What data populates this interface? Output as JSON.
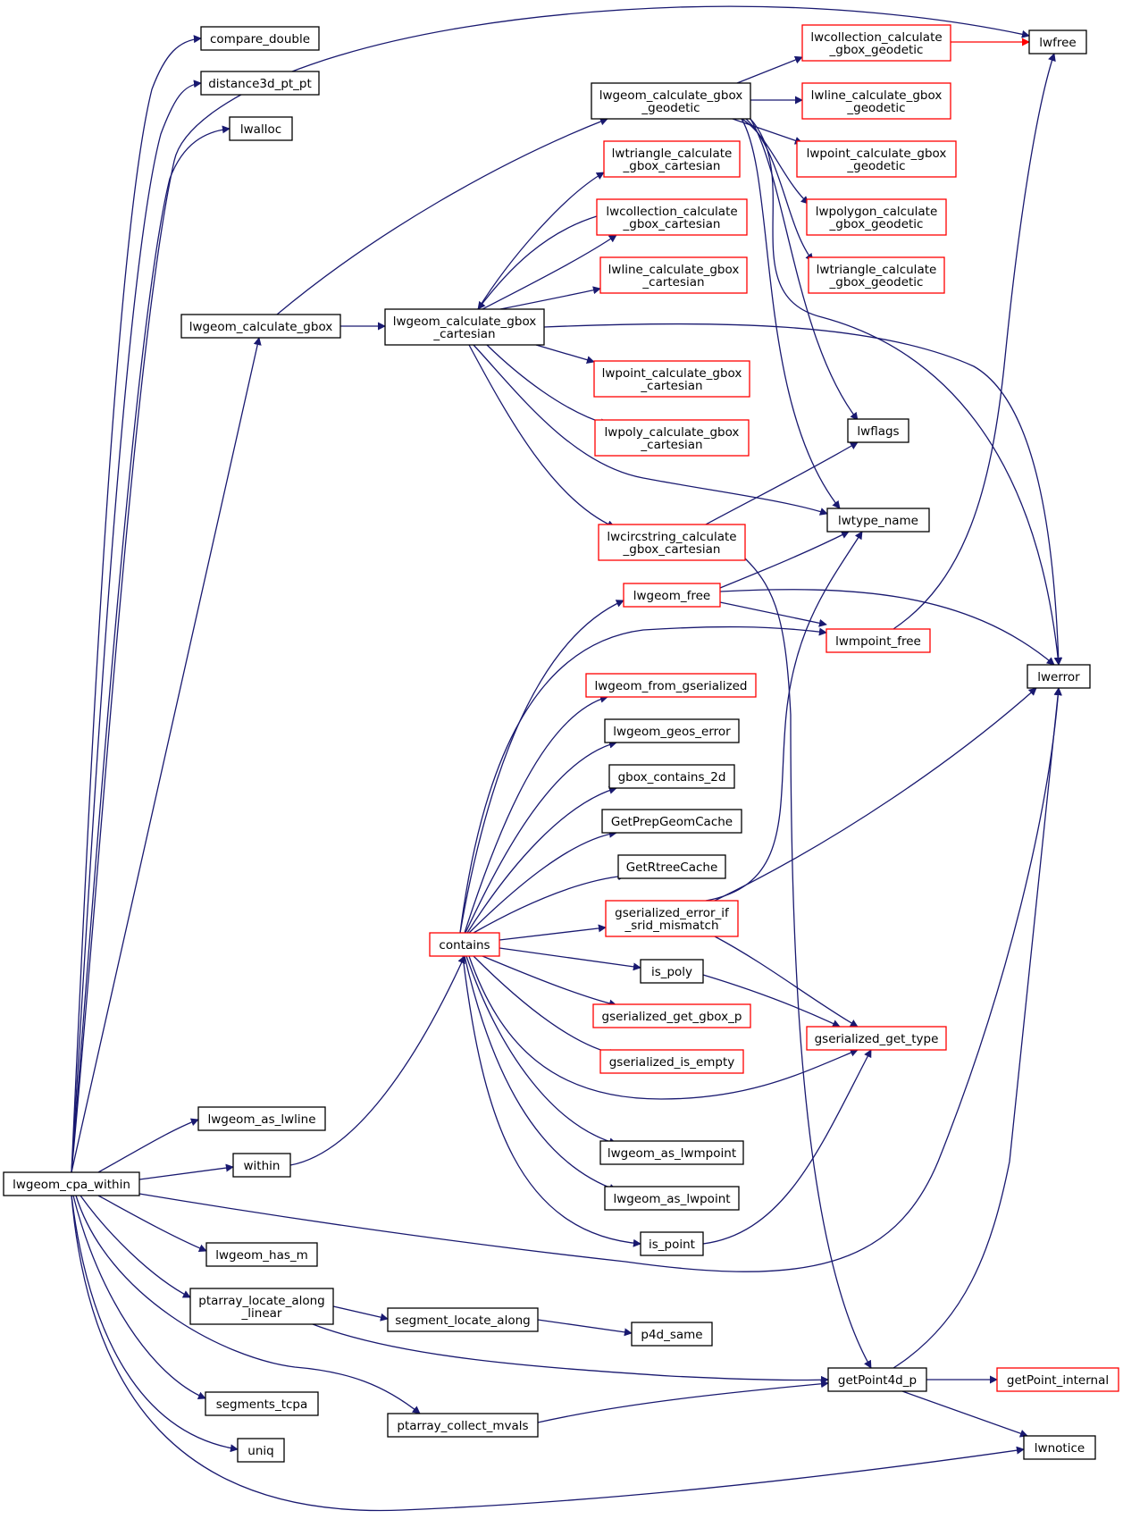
{
  "colors": {
    "edge": "#191970",
    "edge_red": "#ff0000",
    "border_default": "#000000",
    "border_truncated": "#ff0000",
    "root_fill": "#bfbfbf"
  },
  "nodes": [
    {
      "id": "lwgeom_cpa_within",
      "lines": [
        "lwgeom_cpa_within"
      ],
      "style": "root"
    },
    {
      "id": "compare_double",
      "lines": [
        "compare_double"
      ],
      "style": "black"
    },
    {
      "id": "distance3d_pt_pt",
      "lines": [
        "distance3d_pt_pt"
      ],
      "style": "black"
    },
    {
      "id": "lwalloc",
      "lines": [
        "lwalloc"
      ],
      "style": "black"
    },
    {
      "id": "lwgeom_calculate_gbox",
      "lines": [
        "lwgeom_calculate_gbox"
      ],
      "style": "black"
    },
    {
      "id": "lwgeom_calculate_gbox_geodetic",
      "lines": [
        "lwgeom_calculate_gbox",
        "_geodetic"
      ],
      "style": "black"
    },
    {
      "id": "lwgeom_calculate_gbox_cartesian",
      "lines": [
        "lwgeom_calculate_gbox",
        "_cartesian"
      ],
      "style": "black"
    },
    {
      "id": "lwcollection_calculate_gbox_geodetic",
      "lines": [
        "lwcollection_calculate",
        "_gbox_geodetic"
      ],
      "style": "red"
    },
    {
      "id": "lwline_calculate_gbox_geodetic",
      "lines": [
        "lwline_calculate_gbox",
        "_geodetic"
      ],
      "style": "red"
    },
    {
      "id": "lwpoint_calculate_gbox_geodetic",
      "lines": [
        "lwpoint_calculate_gbox",
        "_geodetic"
      ],
      "style": "red"
    },
    {
      "id": "lwpolygon_calculate_gbox_geodetic",
      "lines": [
        "lwpolygon_calculate",
        "_gbox_geodetic"
      ],
      "style": "red"
    },
    {
      "id": "lwtriangle_calculate_gbox_geodetic",
      "lines": [
        "lwtriangle_calculate",
        "_gbox_geodetic"
      ],
      "style": "red"
    },
    {
      "id": "lwfree",
      "lines": [
        "lwfree"
      ],
      "style": "black"
    },
    {
      "id": "lwtriangle_calculate_gbox_cartesian",
      "lines": [
        "lwtriangle_calculate",
        "_gbox_cartesian"
      ],
      "style": "red"
    },
    {
      "id": "lwcollection_calculate_gbox_cartesian",
      "lines": [
        "lwcollection_calculate",
        "_gbox_cartesian"
      ],
      "style": "red"
    },
    {
      "id": "lwline_calculate_gbox_cartesian",
      "lines": [
        "lwline_calculate_gbox",
        "_cartesian"
      ],
      "style": "red"
    },
    {
      "id": "lwpoint_calculate_gbox_cartesian",
      "lines": [
        "lwpoint_calculate_gbox",
        "_cartesian"
      ],
      "style": "red"
    },
    {
      "id": "lwpoly_calculate_gbox_cartesian",
      "lines": [
        "lwpoly_calculate_gbox",
        "_cartesian"
      ],
      "style": "red"
    },
    {
      "id": "lwcircstring_calculate_gbox_cartesian",
      "lines": [
        "lwcircstring_calculate",
        "_gbox_cartesian"
      ],
      "style": "red"
    },
    {
      "id": "lwflags",
      "lines": [
        "lwflags"
      ],
      "style": "black"
    },
    {
      "id": "lwtype_name",
      "lines": [
        "lwtype_name"
      ],
      "style": "black"
    },
    {
      "id": "lwgeom_free",
      "lines": [
        "lwgeom_free"
      ],
      "style": "red"
    },
    {
      "id": "lwmpoint_free",
      "lines": [
        "lwmpoint_free"
      ],
      "style": "red"
    },
    {
      "id": "lwerror",
      "lines": [
        "lwerror"
      ],
      "style": "black"
    },
    {
      "id": "lwgeom_from_gserialized",
      "lines": [
        "lwgeom_from_gserialized"
      ],
      "style": "red"
    },
    {
      "id": "lwgeom_geos_error",
      "lines": [
        "lwgeom_geos_error"
      ],
      "style": "black"
    },
    {
      "id": "gbox_contains_2d",
      "lines": [
        "gbox_contains_2d"
      ],
      "style": "black"
    },
    {
      "id": "GetPrepGeomCache",
      "lines": [
        "GetPrepGeomCache"
      ],
      "style": "black"
    },
    {
      "id": "GetRtreeCache",
      "lines": [
        "GetRtreeCache"
      ],
      "style": "black"
    },
    {
      "id": "gserialized_error_if_srid_mismatch",
      "lines": [
        "gserialized_error_if",
        "_srid_mismatch"
      ],
      "style": "red"
    },
    {
      "id": "contains",
      "lines": [
        "contains"
      ],
      "style": "red"
    },
    {
      "id": "is_poly",
      "lines": [
        "is_poly"
      ],
      "style": "black"
    },
    {
      "id": "gserialized_get_gbox_p",
      "lines": [
        "gserialized_get_gbox_p"
      ],
      "style": "red"
    },
    {
      "id": "gserialized_get_type",
      "lines": [
        "gserialized_get_type"
      ],
      "style": "red"
    },
    {
      "id": "gserialized_is_empty",
      "lines": [
        "gserialized_is_empty"
      ],
      "style": "red"
    },
    {
      "id": "lwgeom_as_lwline",
      "lines": [
        "lwgeom_as_lwline"
      ],
      "style": "black"
    },
    {
      "id": "within",
      "lines": [
        "within"
      ],
      "style": "black"
    },
    {
      "id": "lwgeom_as_lwmpoint",
      "lines": [
        "lwgeom_as_lwmpoint"
      ],
      "style": "black"
    },
    {
      "id": "lwgeom_as_lwpoint",
      "lines": [
        "lwgeom_as_lwpoint"
      ],
      "style": "black"
    },
    {
      "id": "is_point",
      "lines": [
        "is_point"
      ],
      "style": "black"
    },
    {
      "id": "lwgeom_has_m",
      "lines": [
        "lwgeom_has_m"
      ],
      "style": "black"
    },
    {
      "id": "ptarray_locate_along_linear",
      "lines": [
        "ptarray_locate_along",
        "_linear"
      ],
      "style": "black"
    },
    {
      "id": "segment_locate_along",
      "lines": [
        "segment_locate_along"
      ],
      "style": "black"
    },
    {
      "id": "p4d_same",
      "lines": [
        "p4d_same"
      ],
      "style": "black"
    },
    {
      "id": "getPoint4d_p",
      "lines": [
        "getPoint4d_p"
      ],
      "style": "black"
    },
    {
      "id": "getPoint_internal",
      "lines": [
        "getPoint_internal"
      ],
      "style": "red"
    },
    {
      "id": "segments_tcpa",
      "lines": [
        "segments_tcpa"
      ],
      "style": "black"
    },
    {
      "id": "ptarray_collect_mvals",
      "lines": [
        "ptarray_collect_mvals"
      ],
      "style": "black"
    },
    {
      "id": "uniq",
      "lines": [
        "uniq"
      ],
      "style": "black"
    },
    {
      "id": "lwnotice",
      "lines": [
        "lwnotice"
      ],
      "style": "black"
    }
  ],
  "edges": [
    [
      "lwgeom_cpa_within",
      "compare_double"
    ],
    [
      "lwgeom_cpa_within",
      "distance3d_pt_pt"
    ],
    [
      "lwgeom_cpa_within",
      "lwalloc"
    ],
    [
      "lwgeom_cpa_within",
      "lwgeom_calculate_gbox"
    ],
    [
      "lwgeom_cpa_within",
      "lwfree"
    ],
    [
      "lwgeom_cpa_within",
      "lwgeom_as_lwline"
    ],
    [
      "lwgeom_cpa_within",
      "within"
    ],
    [
      "lwgeom_cpa_within",
      "lwerror"
    ],
    [
      "lwgeom_cpa_within",
      "lwgeom_has_m"
    ],
    [
      "lwgeom_cpa_within",
      "ptarray_locate_along_linear"
    ],
    [
      "lwgeom_cpa_within",
      "segments_tcpa"
    ],
    [
      "lwgeom_cpa_within",
      "uniq"
    ],
    [
      "lwgeom_cpa_within",
      "ptarray_collect_mvals"
    ],
    [
      "lwgeom_cpa_within",
      "lwnotice"
    ],
    [
      "lwgeom_calculate_gbox",
      "lwgeom_calculate_gbox_geodetic"
    ],
    [
      "lwgeom_calculate_gbox",
      "lwgeom_calculate_gbox_cartesian"
    ],
    [
      "lwgeom_calculate_gbox_geodetic",
      "lwcollection_calculate_gbox_geodetic"
    ],
    [
      "lwgeom_calculate_gbox_geodetic",
      "lwline_calculate_gbox_geodetic"
    ],
    [
      "lwgeom_calculate_gbox_geodetic",
      "lwpoint_calculate_gbox_geodetic"
    ],
    [
      "lwgeom_calculate_gbox_geodetic",
      "lwpolygon_calculate_gbox_geodetic"
    ],
    [
      "lwgeom_calculate_gbox_geodetic",
      "lwtriangle_calculate_gbox_geodetic"
    ],
    [
      "lwgeom_calculate_gbox_geodetic",
      "lwflags"
    ],
    [
      "lwgeom_calculate_gbox_geodetic",
      "lwtype_name"
    ],
    [
      "lwgeom_calculate_gbox_geodetic",
      "lwerror"
    ],
    [
      "lwcollection_calculate_gbox_geodetic",
      "lwfree"
    ],
    [
      "lwgeom_calculate_gbox_cartesian",
      "lwtriangle_calculate_gbox_cartesian"
    ],
    [
      "lwgeom_calculate_gbox_cartesian",
      "lwcollection_calculate_gbox_cartesian"
    ],
    [
      "lwgeom_calculate_gbox_cartesian",
      "lwline_calculate_gbox_cartesian"
    ],
    [
      "lwgeom_calculate_gbox_cartesian",
      "lwpoint_calculate_gbox_cartesian"
    ],
    [
      "lwgeom_calculate_gbox_cartesian",
      "lwpoly_calculate_gbox_cartesian"
    ],
    [
      "lwgeom_calculate_gbox_cartesian",
      "lwcircstring_calculate_gbox_cartesian"
    ],
    [
      "lwgeom_calculate_gbox_cartesian",
      "lwtype_name"
    ],
    [
      "lwgeom_calculate_gbox_cartesian",
      "lwerror"
    ],
    [
      "lwcollection_calculate_gbox_cartesian",
      "lwgeom_calculate_gbox_cartesian"
    ],
    [
      "lwcircstring_calculate_gbox_cartesian",
      "lwflags"
    ],
    [
      "lwcircstring_calculate_gbox_cartesian",
      "getPoint4d_p"
    ],
    [
      "lwgeom_free",
      "lwtype_name"
    ],
    [
      "lwgeom_free",
      "lwmpoint_free"
    ],
    [
      "lwgeom_free",
      "lwerror"
    ],
    [
      "lwmpoint_free",
      "lwfree"
    ],
    [
      "contains",
      "lwgeom_free"
    ],
    [
      "contains",
      "lwmpoint_free"
    ],
    [
      "contains",
      "lwgeom_from_gserialized"
    ],
    [
      "contains",
      "lwgeom_geos_error"
    ],
    [
      "contains",
      "gbox_contains_2d"
    ],
    [
      "contains",
      "GetPrepGeomCache"
    ],
    [
      "contains",
      "GetRtreeCache"
    ],
    [
      "contains",
      "gserialized_error_if_srid_mismatch"
    ],
    [
      "contains",
      "is_poly"
    ],
    [
      "contains",
      "gserialized_get_gbox_p"
    ],
    [
      "contains",
      "gserialized_is_empty"
    ],
    [
      "contains",
      "gserialized_get_type"
    ],
    [
      "contains",
      "lwgeom_as_lwmpoint"
    ],
    [
      "contains",
      "lwgeom_as_lwpoint"
    ],
    [
      "contains",
      "is_point"
    ],
    [
      "gserialized_error_if_srid_mismatch",
      "lwtype_name"
    ],
    [
      "gserialized_error_if_srid_mismatch",
      "lwerror"
    ],
    [
      "gserialized_error_if_srid_mismatch",
      "gserialized_get_type"
    ],
    [
      "is_poly",
      "gserialized_get_type"
    ],
    [
      "is_point",
      "gserialized_get_type"
    ],
    [
      "within",
      "contains"
    ],
    [
      "ptarray_locate_along_linear",
      "segment_locate_along"
    ],
    [
      "ptarray_locate_along_linear",
      "getPoint4d_p"
    ],
    [
      "segment_locate_along",
      "p4d_same"
    ],
    [
      "getPoint4d_p",
      "getPoint_internal"
    ],
    [
      "getPoint4d_p",
      "lwerror"
    ],
    [
      "getPoint4d_p",
      "lwnotice"
    ],
    [
      "ptarray_collect_mvals",
      "getPoint4d_p"
    ]
  ]
}
